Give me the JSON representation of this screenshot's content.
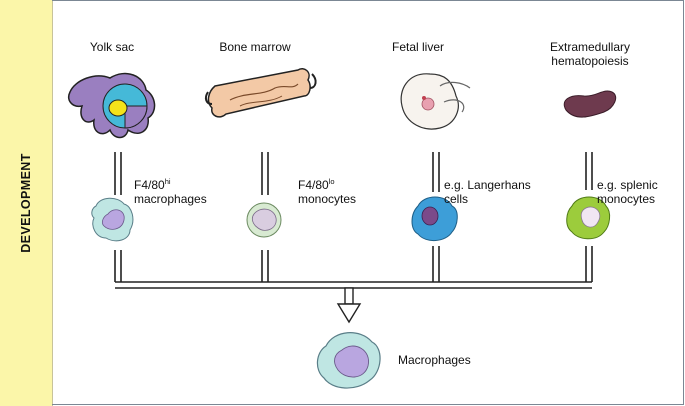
{
  "sidebar": {
    "label": "DEVELOPMENT"
  },
  "sources": [
    {
      "name": "Yolk sac"
    },
    {
      "name": "Bone marrow"
    },
    {
      "name": "Fetal liver"
    },
    {
      "name_line1": "Extramedullary",
      "name_line2": "hematopoiesis"
    }
  ],
  "cells": {
    "yolk": {
      "base": "F4/80",
      "sup": "hi",
      "line2": "macrophages"
    },
    "marrow": {
      "base": "F4/80",
      "sup": "lo",
      "line2": "monocytes"
    },
    "liver": {
      "line1": "e.g. Langerhans",
      "line2": "cells"
    },
    "spleen": {
      "line1": "e.g. splenic",
      "line2": "monocytes"
    }
  },
  "result": {
    "label": "Macrophages"
  },
  "colors": {
    "sidebar": "#fbf6a9",
    "frame": "#7b8794",
    "macrophage_body": "#bfe6e3",
    "macrophage_nucleus": "#b9a6e0",
    "monocyte_body": "#d8ead2",
    "monocyte_nucleus": "#d9cde0",
    "langerhans_body": "#3d9ed8",
    "langerhans_nucleus": "#7b4a8a",
    "splenic_body": "#9ccc3c",
    "splenic_nucleus": "#f1e6f3",
    "yolk_outer": "#9a7fc0",
    "yolk_inner": "#45b9d8",
    "yolk_core": "#f4e21a",
    "bone": "#f3c9a6",
    "spleen_organ": "#6e3a4e"
  },
  "icons": [
    "yolk-sac-icon",
    "bone-icon",
    "fetus-icon",
    "spleen-icon"
  ]
}
